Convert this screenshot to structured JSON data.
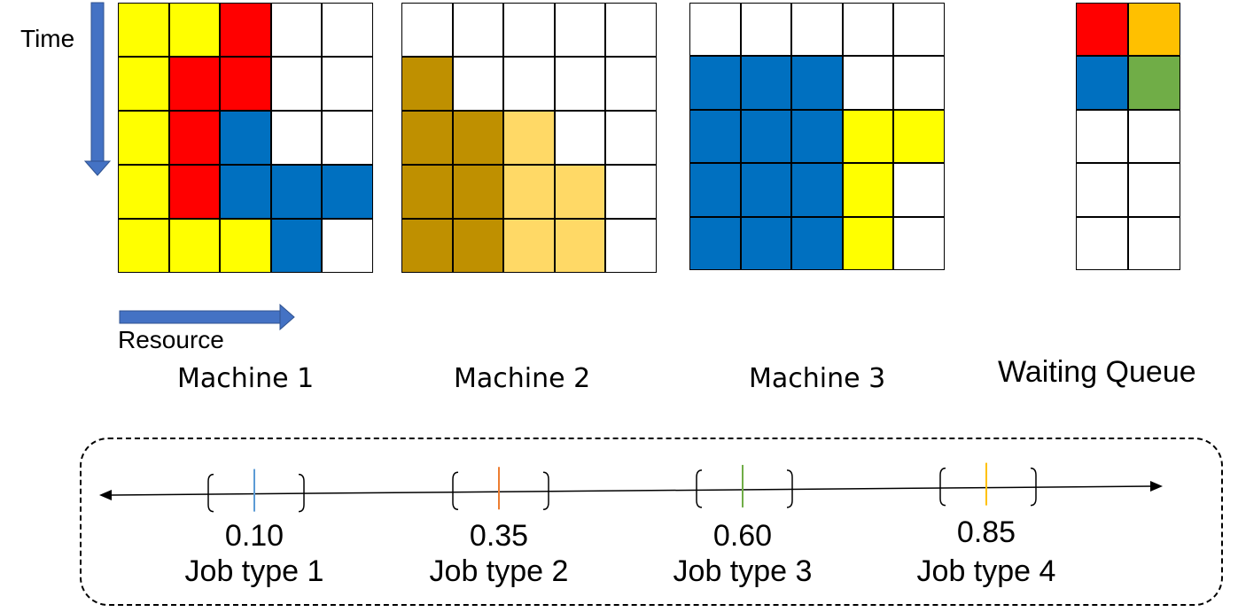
{
  "labels": {
    "time": "Time",
    "resource": "Resource",
    "waiting_queue": "Waiting Queue"
  },
  "colors": {
    "W": "#ffffff",
    "Y": "#ffff00",
    "R": "#ff0000",
    "B": "#0070c0",
    "D": "#bf9000",
    "L": "#ffd966",
    "O": "#ffc000",
    "G": "#70ad47",
    "arrow": "#4472c4",
    "axis": "#000000"
  },
  "machines": [
    {
      "name": "Machine 1",
      "rows": [
        [
          "Y",
          "Y",
          "R",
          "W",
          "W"
        ],
        [
          "Y",
          "R",
          "R",
          "W",
          "W"
        ],
        [
          "Y",
          "R",
          "B",
          "W",
          "W"
        ],
        [
          "Y",
          "R",
          "B",
          "B",
          "B"
        ],
        [
          "Y",
          "Y",
          "Y",
          "B",
          "W"
        ]
      ]
    },
    {
      "name": "Machine 2",
      "rows": [
        [
          "W",
          "W",
          "W",
          "W",
          "W"
        ],
        [
          "D",
          "W",
          "W",
          "W",
          "W"
        ],
        [
          "D",
          "D",
          "L",
          "W",
          "W"
        ],
        [
          "D",
          "D",
          "L",
          "L",
          "W"
        ],
        [
          "D",
          "D",
          "L",
          "L",
          "W"
        ]
      ]
    },
    {
      "name": "Machine 3",
      "rows": [
        [
          "W",
          "W",
          "W",
          "W",
          "W"
        ],
        [
          "B",
          "B",
          "B",
          "W",
          "W"
        ],
        [
          "B",
          "B",
          "B",
          "Y",
          "Y"
        ],
        [
          "B",
          "B",
          "B",
          "Y",
          "W"
        ],
        [
          "B",
          "B",
          "B",
          "Y",
          "W"
        ]
      ]
    }
  ],
  "queue": {
    "rows": [
      [
        "R",
        "O"
      ],
      [
        "B",
        "G"
      ],
      [
        "W",
        "W"
      ],
      [
        "W",
        "W"
      ],
      [
        "W",
        "W"
      ]
    ]
  },
  "job_types": [
    {
      "value": "0.10",
      "label": "Job type 1",
      "color": "#5b9bd5"
    },
    {
      "value": "0.35",
      "label": "Job type 2",
      "color": "#ed7d31"
    },
    {
      "value": "0.60",
      "label": "Job type 3",
      "color": "#70ad47"
    },
    {
      "value": "0.85",
      "label": "Job type 4",
      "color": "#ffc000"
    }
  ]
}
